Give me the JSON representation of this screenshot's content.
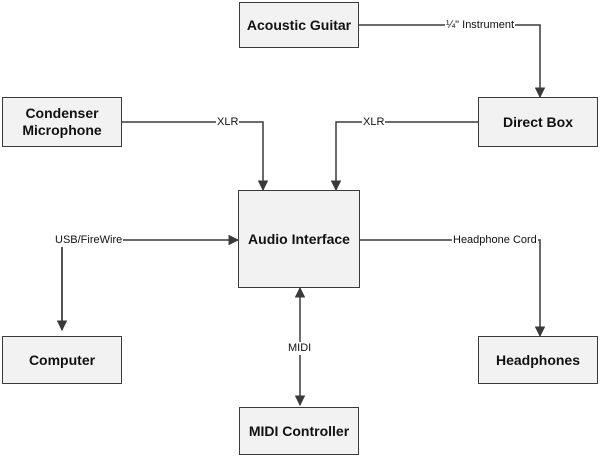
{
  "nodes": {
    "acoustic_guitar": "Acoustic Guitar",
    "condenser_microphone": "Condenser Microphone",
    "direct_box": "Direct Box",
    "audio_interface": "Audio Interface",
    "computer": "Computer",
    "headphones": "Headphones",
    "midi_controller": "MIDI Controller"
  },
  "edges": {
    "guitar_to_direct_box": "¼\" Instrument",
    "mic_to_interface": "XLR",
    "direct_box_to_interface": "XLR",
    "interface_to_computer": "USB/FireWire",
    "interface_to_headphones": "Headphone Cord",
    "interface_midi": "MIDI"
  },
  "colors": {
    "box_fill": "#f2f2f2",
    "stroke": "#3a3a3a"
  }
}
